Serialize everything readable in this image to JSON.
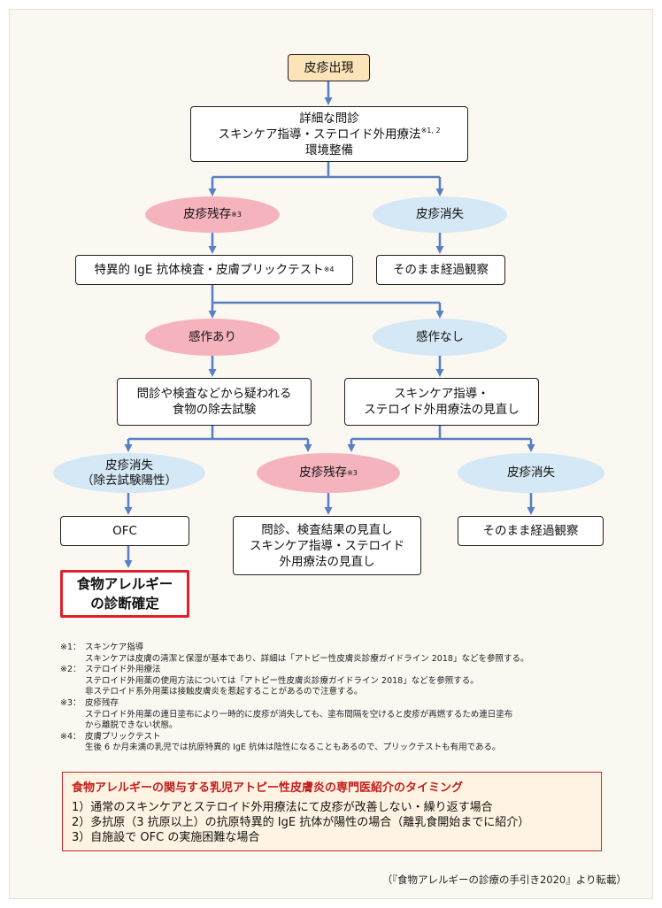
{
  "flow": {
    "start": "皮疹出現",
    "step1": {
      "line1": "詳細な問診",
      "line2": "スキンケア指導・ステロイド外用療法",
      "line2_sup": "※1, 2",
      "line3": "環境整備"
    },
    "branch1_left": {
      "label": "皮疹残存",
      "sup": "※3"
    },
    "branch1_right": "皮疹消失",
    "test": {
      "label": "特異的 IgE 抗体検査・皮膚プリックテスト",
      "sup": "※4"
    },
    "observe1": "そのまま経過観察",
    "sens_yes": "感作あり",
    "sens_no": "感作なし",
    "elimination": {
      "line1": "問診や検査などから疑われる",
      "line2": "食物の除去試験"
    },
    "review": {
      "line1": "スキンケア指導・",
      "line2": "ステロイド外用療法の見直し"
    },
    "disappear_left": {
      "line1": "皮疹消失",
      "line2": "（除去試験陽性）"
    },
    "remain_center": {
      "label": "皮疹残存",
      "sup": "※3"
    },
    "disappear_right": "皮疹消失",
    "ofc": "OFC",
    "reexam": {
      "line1": "問診、検査結果の見直し",
      "line2": "スキンケア指導・ステロイド",
      "line3": "外用療法の見直し"
    },
    "observe2": "そのまま経過観察",
    "final": {
      "line1": "食物アレルギー",
      "line2": "の診断確定"
    }
  },
  "notes": [
    {
      "mark": "※1：",
      "title": "スキンケア指導",
      "lines": [
        "スキンケアは皮膚の清潔と保湿が基本であり、詳細は「アトピー性皮膚炎診療ガイドライン 2018」などを参照する。"
      ]
    },
    {
      "mark": "※2：",
      "title": "ステロイド外用療法",
      "lines": [
        "ステロイド外用薬の使用方法については「アトピー性皮膚炎診療ガイドライン 2018」などを参照する。",
        "非ステロイド系外用薬は接触皮膚炎を惹起することがあるので注意する。"
      ]
    },
    {
      "mark": "※3：",
      "title": "皮疹残存",
      "lines": [
        "ステロイド外用薬の連日塗布により一時的に皮疹が消失しても、塗布間隔を空けると皮疹が再燃するため連日塗布",
        "から離脱できない状態。"
      ]
    },
    {
      "mark": "※4：",
      "title": "皮膚プリックテスト",
      "lines": [
        "生後 6 か月未満の乳児では抗原特異的 IgE 抗体は陰性になることもあるので、プリックテストも有用である。"
      ]
    }
  ],
  "referral": {
    "title": "食物アレルギーの関与する乳児アトピー性皮膚炎の専門医紹介のタイミング",
    "items": [
      "1）通常のスキンケアとステロイド外用療法にて皮疹が改善しない・繰り返す場合",
      "2）多抗原（3 抗原以上）の抗原特異的 IgE 抗体が陽性の場合（離乳食開始までに紹介）",
      "3）自施設で OFC の実施困難な場合"
    ]
  },
  "source": "（『食物アレルギーの診療の手引き2020』より転載）",
  "colors": {
    "arrow": "#5b7fc4",
    "pink": "#f5b3bd",
    "blue": "#d5e8f5",
    "start": "#fce3b8",
    "final_border": "#e0202a",
    "referral_title": "#c41c1c"
  }
}
